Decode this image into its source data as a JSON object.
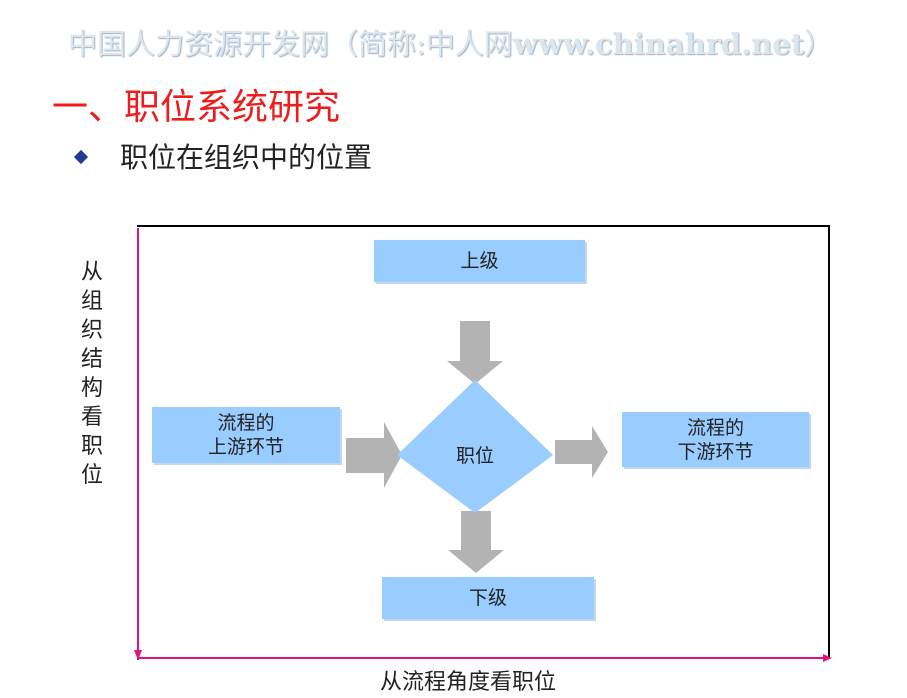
{
  "header": {
    "org_text": "中国人力资源开发网（简称:中人网",
    "site_text": "www.chinahrd.net",
    "close_paren": "）"
  },
  "title": "一、职位系统研究",
  "subtitle": "职位在组织中的位置",
  "axes": {
    "vertical_label": "从组织结构看职位",
    "horizontal_label": "从流程角度看职位"
  },
  "nodes": {
    "superior": "上级",
    "upstream_line1": "流程的",
    "upstream_line2": "上游环节",
    "position": "职位",
    "downstream_line1": "流程的",
    "downstream_line2": "下游环节",
    "subordinate": "下级"
  },
  "colors": {
    "box_fill": "#99ccff",
    "arrow_fill": "#b3b3b3",
    "axis": "#e0137a",
    "title": "#ee1c1c",
    "header": "#dce6ef"
  }
}
